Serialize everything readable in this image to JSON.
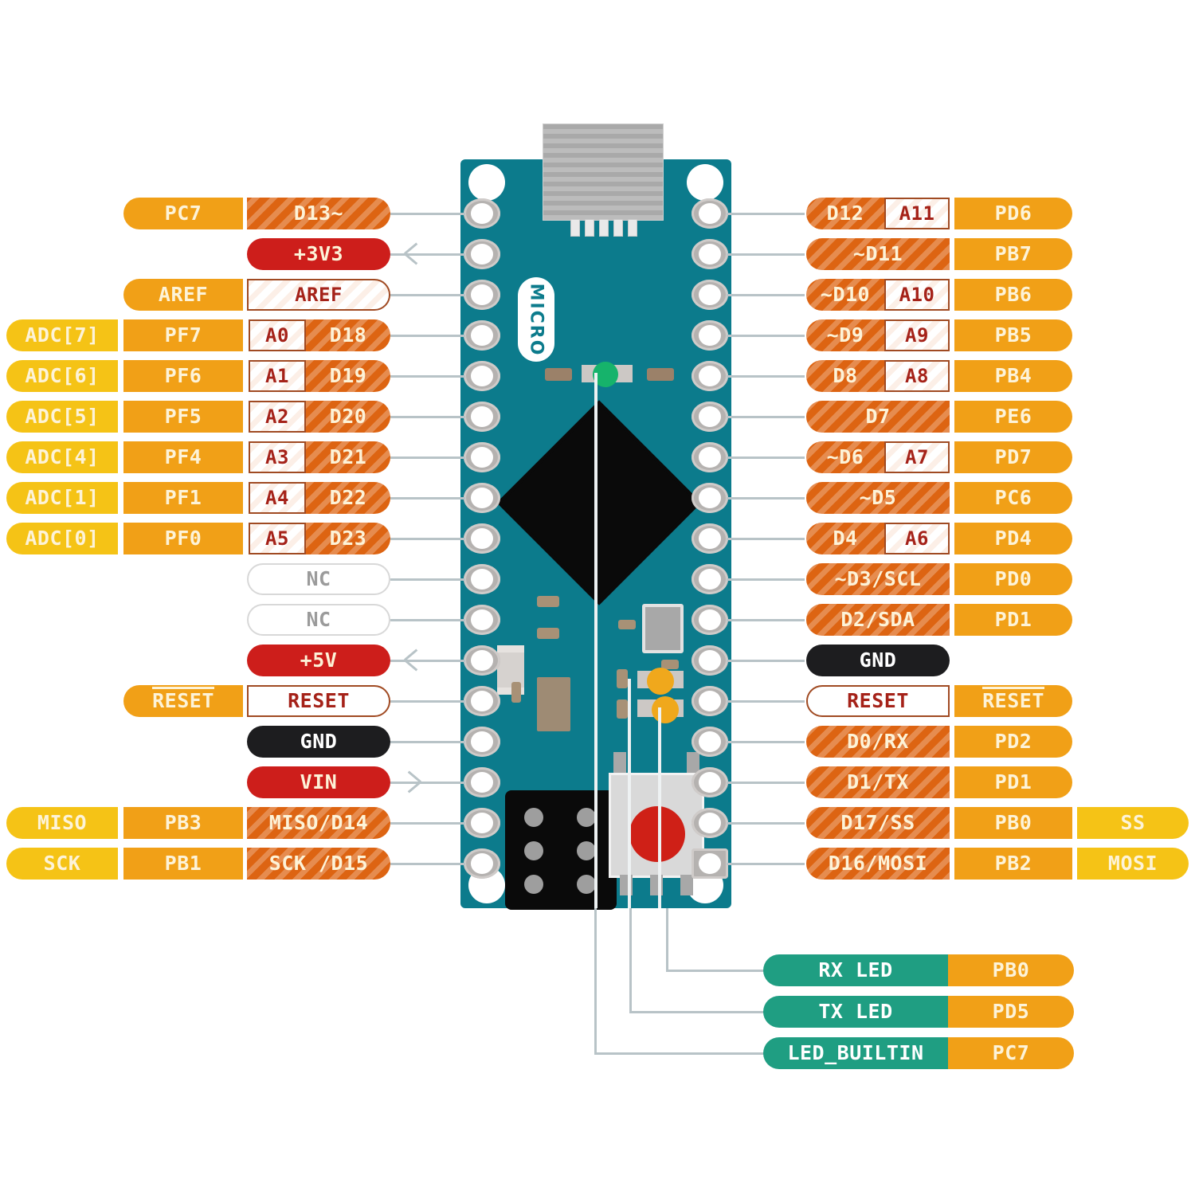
{
  "board": {
    "name": "MICRO",
    "silkscreen_label": "MICRO",
    "pcb_color": "#0c7b8c",
    "pin_count_left": 17,
    "pin_count_right": 17
  },
  "legend_colors": {
    "digital": "#dd6412",
    "analog": "#ffffff",
    "port": "#f1a017",
    "peripheral": "#f5c316",
    "power": "#cd1e1b",
    "ground": "#1d1d1f",
    "led": "#1f9e82",
    "nc": "#ffffff"
  },
  "left_pins": [
    {
      "pin": 1,
      "cells": [
        {
          "text": "PC7",
          "style": "port",
          "side": "mid"
        },
        {
          "text": "D13~",
          "style": "digital",
          "side": "inner"
        }
      ]
    },
    {
      "pin": 2,
      "power": true,
      "arrow": "in",
      "cells": [
        {
          "text": "+3V3",
          "style": "power",
          "side": "inner"
        }
      ]
    },
    {
      "pin": 3,
      "cells": [
        {
          "text": "AREF",
          "style": "port",
          "side": "mid"
        },
        {
          "text": "AREF",
          "style": "analog",
          "side": "inner"
        }
      ]
    },
    {
      "pin": 4,
      "cells": [
        {
          "text": "ADC[7]",
          "style": "peripheral",
          "side": "outer"
        },
        {
          "text": "PF7",
          "style": "port",
          "side": "mid"
        },
        {
          "text": "A0",
          "style": "analog",
          "side": "innerA"
        },
        {
          "text": "D18",
          "style": "digital",
          "side": "innerD"
        }
      ]
    },
    {
      "pin": 5,
      "cells": [
        {
          "text": "ADC[6]",
          "style": "peripheral",
          "side": "outer"
        },
        {
          "text": "PF6",
          "style": "port",
          "side": "mid"
        },
        {
          "text": "A1",
          "style": "analog",
          "side": "innerA"
        },
        {
          "text": "D19",
          "style": "digital",
          "side": "innerD"
        }
      ]
    },
    {
      "pin": 6,
      "cells": [
        {
          "text": "ADC[5]",
          "style": "peripheral",
          "side": "outer"
        },
        {
          "text": "PF5",
          "style": "port",
          "side": "mid"
        },
        {
          "text": "A2",
          "style": "analog",
          "side": "innerA"
        },
        {
          "text": "D20",
          "style": "digital",
          "side": "innerD"
        }
      ]
    },
    {
      "pin": 7,
      "cells": [
        {
          "text": "ADC[4]",
          "style": "peripheral",
          "side": "outer"
        },
        {
          "text": "PF4",
          "style": "port",
          "side": "mid"
        },
        {
          "text": "A3",
          "style": "analog",
          "side": "innerA"
        },
        {
          "text": "D21",
          "style": "digital",
          "side": "innerD"
        }
      ]
    },
    {
      "pin": 8,
      "cells": [
        {
          "text": "ADC[1]",
          "style": "peripheral",
          "side": "outer"
        },
        {
          "text": "PF1",
          "style": "port",
          "side": "mid"
        },
        {
          "text": "A4",
          "style": "analog",
          "side": "innerA"
        },
        {
          "text": "D22",
          "style": "digital",
          "side": "innerD"
        }
      ]
    },
    {
      "pin": 9,
      "cells": [
        {
          "text": "ADC[0]",
          "style": "peripheral",
          "side": "outer"
        },
        {
          "text": "PF0",
          "style": "port",
          "side": "mid"
        },
        {
          "text": "A5",
          "style": "analog",
          "side": "innerA"
        },
        {
          "text": "D23",
          "style": "digital",
          "side": "innerD"
        }
      ]
    },
    {
      "pin": 10,
      "cells": [
        {
          "text": "NC",
          "style": "nc",
          "side": "inner"
        }
      ]
    },
    {
      "pin": 11,
      "cells": [
        {
          "text": "NC",
          "style": "nc",
          "side": "inner"
        }
      ]
    },
    {
      "pin": 12,
      "power": true,
      "arrow": "in",
      "cells": [
        {
          "text": "+5V",
          "style": "power",
          "side": "inner"
        }
      ]
    },
    {
      "pin": 13,
      "cells": [
        {
          "text": "RESET",
          "style": "port",
          "side": "mid",
          "overline": true
        },
        {
          "text": "RESET",
          "style": "reset",
          "side": "inner"
        }
      ]
    },
    {
      "pin": 14,
      "cells": [
        {
          "text": "GND",
          "style": "ground",
          "side": "inner"
        }
      ]
    },
    {
      "pin": 15,
      "power": true,
      "arrow": "out",
      "cells": [
        {
          "text": "VIN",
          "style": "power",
          "side": "inner"
        }
      ]
    },
    {
      "pin": 16,
      "cells": [
        {
          "text": "MISO",
          "style": "peripheral",
          "side": "outer"
        },
        {
          "text": "PB3",
          "style": "port",
          "side": "mid"
        },
        {
          "text": "MISO/D14",
          "style": "digital",
          "side": "inner"
        }
      ]
    },
    {
      "pin": 17,
      "cells": [
        {
          "text": "SCK",
          "style": "peripheral",
          "side": "outer"
        },
        {
          "text": "PB1",
          "style": "port",
          "side": "mid"
        },
        {
          "text": "SCK /D15",
          "style": "digital",
          "side": "inner"
        }
      ]
    }
  ],
  "right_pins": [
    {
      "pin": 1,
      "cells": [
        {
          "text": "D12",
          "style": "digital",
          "side": "innerD"
        },
        {
          "text": "A11",
          "style": "analog",
          "side": "innerA"
        },
        {
          "text": "PD6",
          "style": "port",
          "side": "mid"
        }
      ]
    },
    {
      "pin": 2,
      "cells": [
        {
          "text": "~D11",
          "style": "digital",
          "side": "inner"
        },
        {
          "text": "PB7",
          "style": "port",
          "side": "mid"
        }
      ]
    },
    {
      "pin": 3,
      "cells": [
        {
          "text": "~D10",
          "style": "digital",
          "side": "innerD"
        },
        {
          "text": "A10",
          "style": "analog",
          "side": "innerA"
        },
        {
          "text": "PB6",
          "style": "port",
          "side": "mid"
        }
      ]
    },
    {
      "pin": 4,
      "cells": [
        {
          "text": "~D9",
          "style": "digital",
          "side": "innerD"
        },
        {
          "text": "A9",
          "style": "analog",
          "side": "innerA"
        },
        {
          "text": "PB5",
          "style": "port",
          "side": "mid"
        }
      ]
    },
    {
      "pin": 5,
      "cells": [
        {
          "text": "D8",
          "style": "digital",
          "side": "innerD"
        },
        {
          "text": "A8",
          "style": "analog",
          "side": "innerA"
        },
        {
          "text": "PB4",
          "style": "port",
          "side": "mid"
        }
      ]
    },
    {
      "pin": 6,
      "cells": [
        {
          "text": "D7",
          "style": "digital",
          "side": "inner"
        },
        {
          "text": "PE6",
          "style": "port",
          "side": "mid"
        }
      ]
    },
    {
      "pin": 7,
      "cells": [
        {
          "text": "~D6",
          "style": "digital",
          "side": "innerD"
        },
        {
          "text": "A7",
          "style": "analog",
          "side": "innerA"
        },
        {
          "text": "PD7",
          "style": "port",
          "side": "mid"
        }
      ]
    },
    {
      "pin": 8,
      "cells": [
        {
          "text": "~D5",
          "style": "digital",
          "side": "inner"
        },
        {
          "text": "PC6",
          "style": "port",
          "side": "mid"
        }
      ]
    },
    {
      "pin": 9,
      "cells": [
        {
          "text": "D4",
          "style": "digital",
          "side": "innerD"
        },
        {
          "text": "A6",
          "style": "analog",
          "side": "innerA"
        },
        {
          "text": "PD4",
          "style": "port",
          "side": "mid"
        }
      ]
    },
    {
      "pin": 10,
      "cells": [
        {
          "text": "~D3/SCL",
          "style": "digital",
          "side": "inner"
        },
        {
          "text": "PD0",
          "style": "port",
          "side": "mid"
        }
      ]
    },
    {
      "pin": 11,
      "cells": [
        {
          "text": "D2/SDA",
          "style": "digital",
          "side": "inner"
        },
        {
          "text": "PD1",
          "style": "port",
          "side": "mid"
        }
      ]
    },
    {
      "pin": 12,
      "cells": [
        {
          "text": "GND",
          "style": "ground",
          "side": "inner"
        }
      ]
    },
    {
      "pin": 13,
      "cells": [
        {
          "text": "RESET",
          "style": "reset",
          "side": "inner"
        },
        {
          "text": "RESET",
          "style": "port",
          "side": "mid",
          "overline": true
        }
      ]
    },
    {
      "pin": 14,
      "cells": [
        {
          "text": "D0/RX",
          "style": "digital",
          "side": "inner"
        },
        {
          "text": "PD2",
          "style": "port",
          "side": "mid"
        }
      ]
    },
    {
      "pin": 15,
      "cells": [
        {
          "text": "D1/TX",
          "style": "digital",
          "side": "inner"
        },
        {
          "text": "PD1",
          "style": "port",
          "side": "mid"
        }
      ]
    },
    {
      "pin": 16,
      "cells": [
        {
          "text": "D17/SS",
          "style": "digital",
          "side": "inner"
        },
        {
          "text": "PB0",
          "style": "port",
          "side": "mid"
        },
        {
          "text": "SS",
          "style": "peripheral",
          "side": "outer"
        }
      ]
    },
    {
      "pin": 17,
      "cells": [
        {
          "text": "D16/MOSI",
          "style": "digital",
          "side": "inner"
        },
        {
          "text": "PB2",
          "style": "port",
          "side": "mid"
        },
        {
          "text": "MOSI",
          "style": "peripheral",
          "side": "outer"
        }
      ]
    }
  ],
  "leds": [
    {
      "label": "RX LED",
      "port": "PB0"
    },
    {
      "label": "TX LED",
      "port": "PD5"
    },
    {
      "label": "LED_BUILTIN",
      "port": "PC7"
    }
  ]
}
